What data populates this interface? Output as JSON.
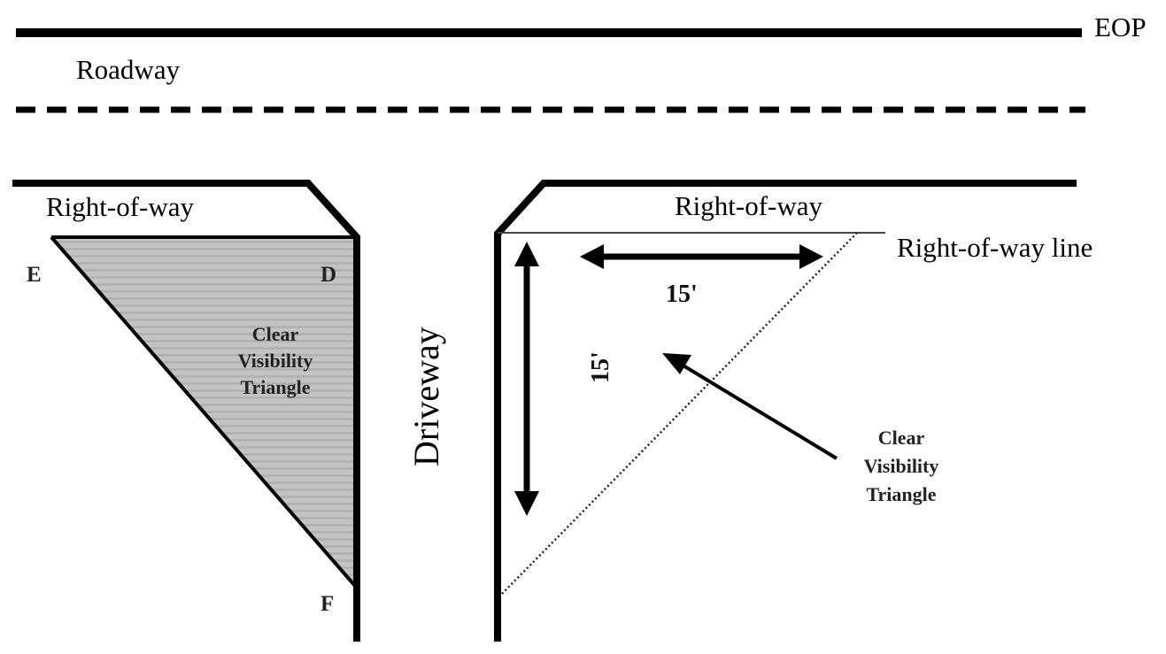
{
  "labels": {
    "eop": "EOP",
    "roadway": "Roadway",
    "row_left": "Right-of-way",
    "row_right": "Right-of-way",
    "row_line": "Right-of-way line",
    "driveway": "Driveway"
  },
  "points": {
    "e": "E",
    "d": "D",
    "f": "F"
  },
  "left_triangle": {
    "line1": "Clear",
    "line2": "Visibility",
    "line3": "Triangle"
  },
  "right_triangle": {
    "line1": "Clear",
    "line2": "Visibility",
    "line3": "Triangle"
  },
  "dimensions": {
    "horizontal": "15'",
    "vertical": "15'"
  },
  "colors": {
    "line": "#000000",
    "triangle_fill": "#bdbdbd"
  }
}
